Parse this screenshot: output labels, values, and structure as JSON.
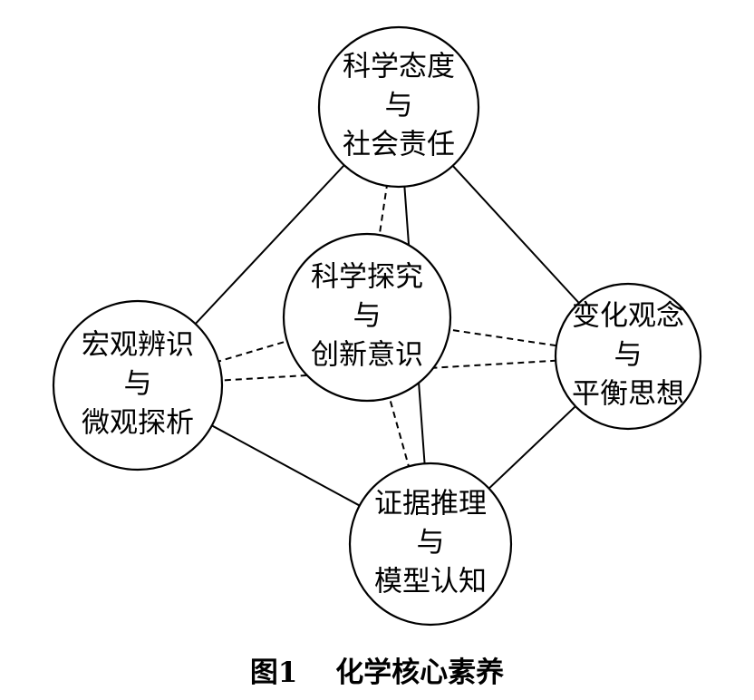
{
  "nodes": [
    {
      "id": "attitude",
      "lines": [
        "科学态度",
        "与",
        "社会责任"
      ]
    },
    {
      "id": "inquiry",
      "lines": [
        "科学探究",
        "与",
        "创新意识"
      ]
    },
    {
      "id": "macro",
      "lines": [
        "宏观辨识",
        "与",
        "微观探析"
      ]
    },
    {
      "id": "change",
      "lines": [
        "变化观念",
        "与",
        "平衡思想"
      ]
    },
    {
      "id": "evidence",
      "lines": [
        "证据推理",
        "与",
        "模型认知"
      ]
    }
  ],
  "edges": [
    {
      "from": "attitude",
      "to": "macro",
      "style": "solid"
    },
    {
      "from": "attitude",
      "to": "change",
      "style": "solid"
    },
    {
      "from": "attitude",
      "to": "evidence",
      "style": "solid"
    },
    {
      "from": "macro",
      "to": "evidence",
      "style": "solid"
    },
    {
      "from": "change",
      "to": "evidence",
      "style": "solid"
    },
    {
      "from": "attitude",
      "to": "inquiry",
      "style": "dashed"
    },
    {
      "from": "inquiry",
      "to": "macro",
      "style": "dashed"
    },
    {
      "from": "inquiry",
      "to": "change",
      "style": "dashed"
    },
    {
      "from": "inquiry",
      "to": "evidence",
      "style": "dashed"
    },
    {
      "from": "macro",
      "to": "change",
      "style": "dashed"
    }
  ],
  "caption": {
    "figure_label": "图1",
    "title": "化学核心素养"
  }
}
